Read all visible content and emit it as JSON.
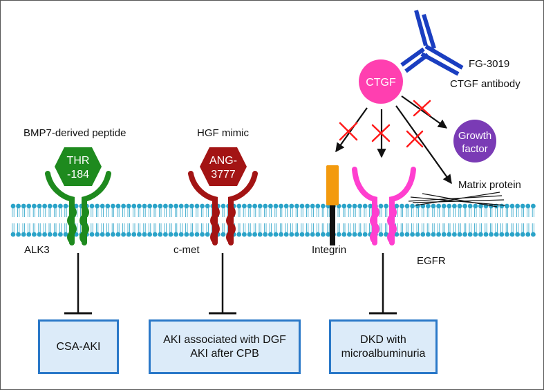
{
  "colors": {
    "green_receptor": "#1e8a1e",
    "red_receptor": "#a31414",
    "pink_receptor": "#ff3fcf",
    "ctgf": "#ff3fb0",
    "growth_factor": "#7a3bb5",
    "antibody": "#1a3ec0",
    "integrin": "#f39a0e",
    "membrane": "#2aa3c8",
    "box_border": "#2a78c8",
    "box_fill": "#dcebf9",
    "inhibition_cross": "#ff1a1a"
  },
  "left": {
    "drug_label": "BMP7-derived peptide",
    "drug_name_line1": "THR",
    "drug_name_line2": "-184",
    "receptor": "ALK3",
    "outcome_line1": "CSA-AKI"
  },
  "middle": {
    "drug_label": "HGF mimic",
    "drug_name_line1": "ANG-",
    "drug_name_line2": "3777",
    "receptor": "c-met",
    "outcome_line1": "AKI associated with DGF",
    "outcome_line2": "AKI after CPB"
  },
  "right": {
    "antibody_name": "FG-3019",
    "antibody_label": "CTGF antibody",
    "ligand": "CTGF",
    "growth_factor_line1": "Growth",
    "growth_factor_line2": "factor",
    "matrix": "Matrix protein",
    "integrin": "Integrin",
    "receptor": "EGFR",
    "outcome_line1": "DKD with",
    "outcome_line2": "microalbuminuria"
  },
  "icons": [
    "hexagon-drug-icon",
    "antibody-icon",
    "inhibition-cross-icon",
    "receptor-icon",
    "lipid-bilayer-icon"
  ]
}
